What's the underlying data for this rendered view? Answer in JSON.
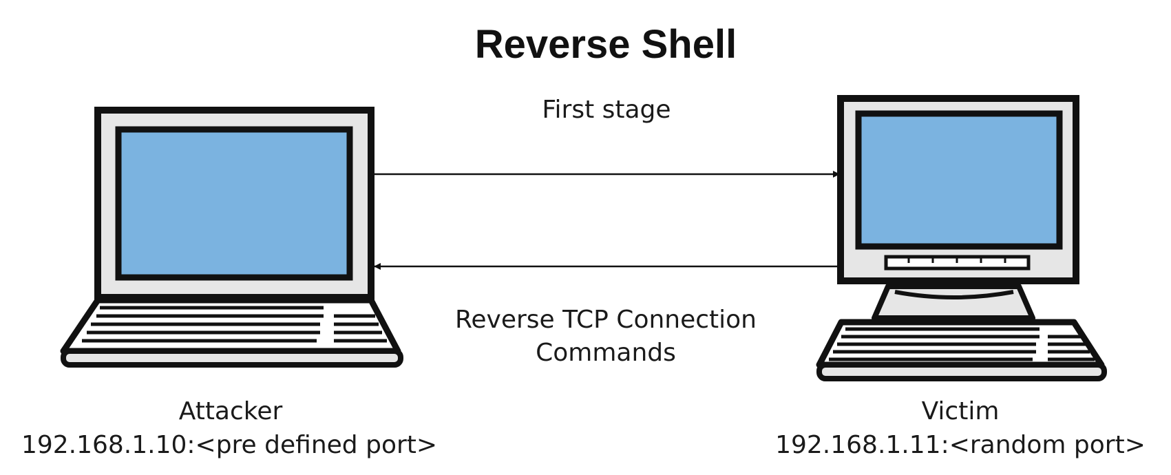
{
  "title": "Reverse Shell",
  "arrows": {
    "forward_label": "First stage",
    "back_label_line1": "Reverse TCP Connection",
    "back_label_line2": "Commands"
  },
  "attacker": {
    "name": "Attacker",
    "address": "192.168.1.10:<pre defined port>"
  },
  "victim": {
    "name": "Victim",
    "address": "192.168.1.11:<random port>"
  },
  "colors": {
    "screen": "#7bb3e0",
    "bezel": "#e6e6e6",
    "outline": "#111111"
  }
}
